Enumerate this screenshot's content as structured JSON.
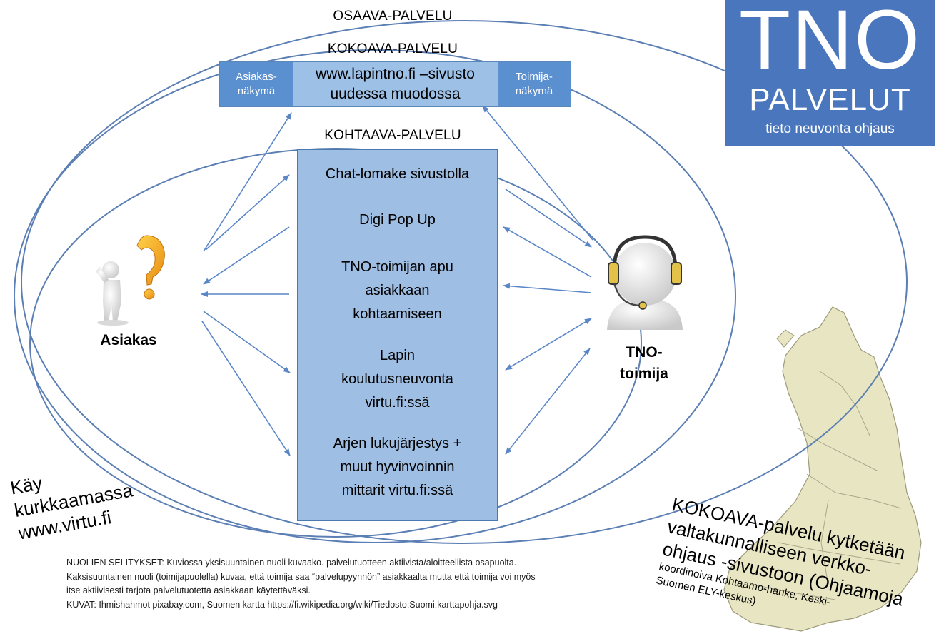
{
  "ellipses": {
    "outer_label": "OSAAVA-PALVELU",
    "middle_label": "KOKOAVA-PALVELU",
    "inner_label": "KOHTAAVA-PALVELU"
  },
  "web_bar": {
    "left_box": [
      "Asiakas-",
      "näkymä"
    ],
    "center": [
      "www.lapintno.fi –sivusto",
      "uudessa muodossa"
    ],
    "right_box": [
      "Toimija-",
      "näkymä"
    ]
  },
  "services": [
    [
      "Chat-lomake sivustolla"
    ],
    [
      "Digi Pop Up"
    ],
    [
      "TNO-toimijan apu",
      "asiakkaan",
      "kohtaamiseen"
    ],
    [
      "Lapin",
      "koulutusneuvonta",
      "virtu.fi:ssä"
    ],
    [
      "Arjen lukujärjestys +",
      "muut hyvinvoinnin",
      "mittarit virtu.fi:ssä"
    ]
  ],
  "actors": {
    "customer": "Asiakas",
    "operator": [
      "TNO-",
      "toimija"
    ]
  },
  "logo": {
    "title": "TNO",
    "subtitle": "PALVELUT",
    "tagline": "tieto neuvonta ohjaus"
  },
  "visit_note": [
    "Käy",
    "kurkkaamassa",
    "www.virtu.fi"
  ],
  "national_note": {
    "large": [
      "KOKOAVA-palvelu kytketään",
      "valtakunnalliseen verkko-",
      "ohjaus -sivustoon (Ohjaamoja"
    ],
    "small": [
      "koordinoiva Kohtaamo-hanke, Keski-",
      "Suomen ELY-keskus)"
    ]
  },
  "footnote": [
    "NUOLIEN SELITYKSET: Kuviossa yksisuuntainen nuoli kuvaako. palvelutuotteen aktiivista/aloitteellista osapuolta.",
    "Kaksisuuntainen nuoli (toimijapuolella) kuvaa, että toimija saa “palvelupyynnön” asiakkaalta mutta että toimija voi myös",
    "itse aktiivisesti tarjota palvelutuotetta asiakkaan käytettäväksi.",
    "KUVAT: Ihmishahmot pixabay.com, Suomen kartta https://fi.wikipedia.org/wiki/Tiedosto:Suomi.karttapohja.svg"
  ],
  "colors": {
    "ellipse": "#5b7fb4",
    "box_fill": "#9fbee3",
    "box_dark": "#5a8fd0",
    "arrow": "#5a86c8",
    "logo_bg": "#4a76bd",
    "map_fill": "#e8e6c2"
  }
}
